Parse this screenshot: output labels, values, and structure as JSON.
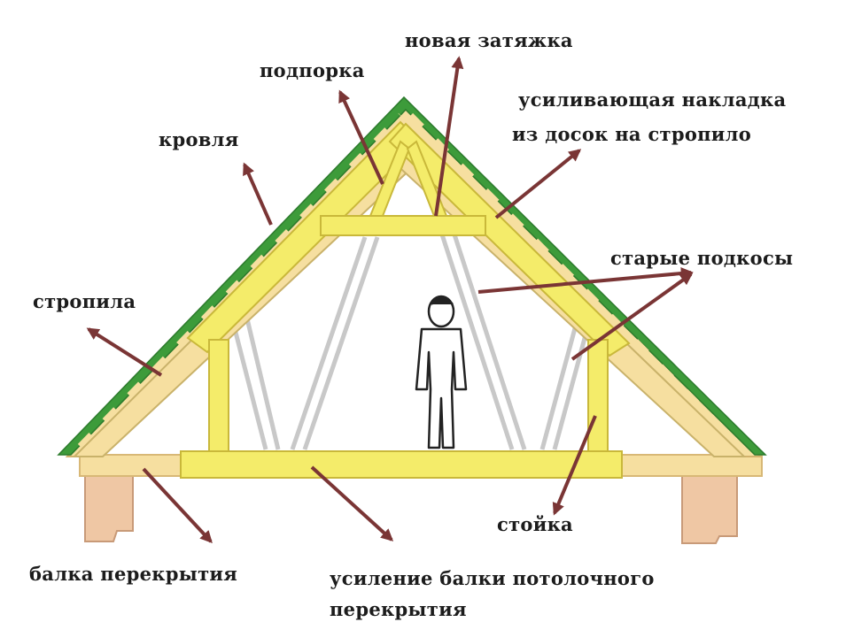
{
  "labels": {
    "new_tie": "новая затяжка",
    "support": "подпорка",
    "reinforcing_plate_line1": "усиливающая накладка",
    "reinforcing_plate_line2": "из досок на стропило",
    "roofing": "кровля",
    "old_braces": "старые подкосы",
    "rafters": "стропила",
    "post": "стойка",
    "floor_beam": "балка перекрытия",
    "ceiling_beam_reinforcement_line1": "усиление балки потолочного",
    "ceiling_beam_reinforcement_line2": "перекрытия"
  },
  "colors": {
    "roofing": "#3d9b3a",
    "timber_fill": "#f4ec6a",
    "timber_edge": "#c9b83a",
    "old_timber_fill": "#f6dfa0",
    "wall": "#efc7a4",
    "wall_edge": "#c89a78",
    "old_braces": "#c9c9c9",
    "arrow": "#7a3535"
  }
}
